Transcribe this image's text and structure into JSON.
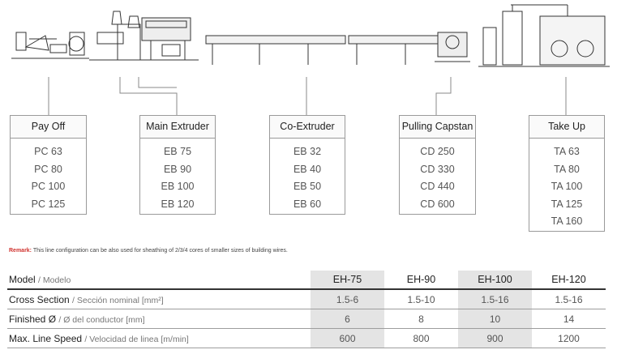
{
  "stations": [
    {
      "title": "Pay Off",
      "items": [
        "PC 63",
        "PC 80",
        "PC 100",
        "PC 125"
      ]
    },
    {
      "title": "Main Extruder",
      "items": [
        "EB 75",
        "EB 90",
        "EB 100",
        "EB 120"
      ]
    },
    {
      "title": "Co-Extruder",
      "items": [
        "EB 32",
        "EB 40",
        "EB 50",
        "EB 60"
      ]
    },
    {
      "title": "Pulling Capstan",
      "items": [
        "CD 250",
        "CD 330",
        "CD 440",
        "CD 600"
      ]
    },
    {
      "title": "Take Up",
      "items": [
        "TA 63",
        "TA 80",
        "TA 100",
        "TA 125",
        "TA 160"
      ]
    }
  ],
  "remark": {
    "label": "Remark:",
    "text": "This line configuration can be also used for sheathing of 2/3/4 cores of smaller sizes of building wires."
  },
  "table": {
    "header": {
      "label": "Model",
      "sub": "/ Modelo",
      "models": [
        "EH-75",
        "EH-90",
        "EH-100",
        "EH-120"
      ]
    },
    "rows": [
      {
        "label": "Cross Section",
        "sub": "/ Sección nominal [mm²]",
        "values": [
          "1.5-6",
          "1.5-10",
          "1.5-16",
          "1.5-16"
        ]
      },
      {
        "label": "Finished Ø",
        "sub": "/ Ø del conductor [mm]",
        "values": [
          "6",
          "8",
          "10",
          "14"
        ]
      },
      {
        "label": "Max. Line Speed",
        "sub": "/ Velocidad de linea [m/min]",
        "values": [
          "600",
          "800",
          "900",
          "1200"
        ]
      }
    ]
  }
}
